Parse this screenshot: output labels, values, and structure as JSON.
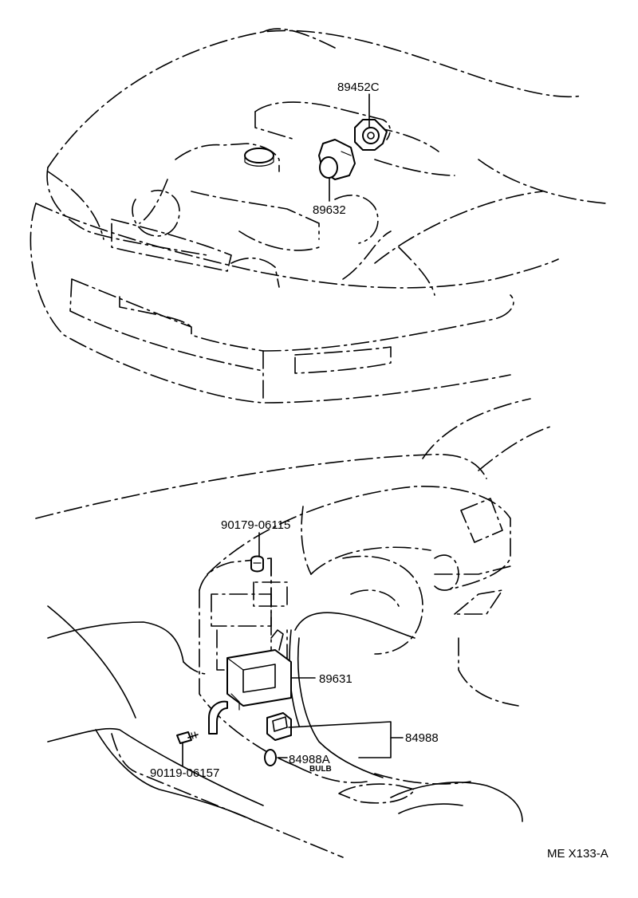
{
  "parts": {
    "p89452c": "89452C",
    "p89632": "89632",
    "p90179": "90179-06115",
    "p89631": "89631",
    "p84988": "84988",
    "p84988a": "84988A",
    "bulb": "BULB",
    "p90119": "90119-06157"
  },
  "diagram_code": "ME X133-A"
}
